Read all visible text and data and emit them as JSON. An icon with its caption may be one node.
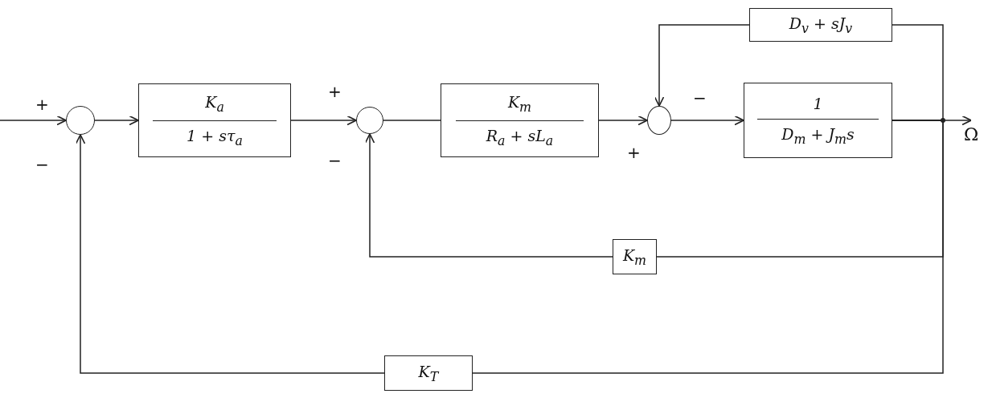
{
  "diagram": {
    "nodes": [
      {
        "text": [],
        "shape": "circle"
      },
      {
        "text": [
          "K$_{a}$",
          "1 + sτ$_{a}$"
        ]
      },
      {
        "text": [],
        "shape": "circle"
      },
      {
        "text": [
          "K$_{m}$",
          "R$_{a}$ + sL$_{a}$"
        ]
      },
      {
        "text": [],
        "shape": "circle"
      },
      {
        "text": [
          "1",
          "D$_{m}$ + J$_{m}$s"
        ]
      },
      {
        "text": [
          "D$_{v}$ + sJ$_{v}$"
        ]
      },
      {
        "text": [
          "K$_{m}$"
        ]
      },
      {
        "text": [
          "K$_{T}$"
        ]
      },
      {
        "text": [
          "Ω"
        ]
      }
    ],
    "edges": [
      {
        "from": null,
        "to": 0,
        "arrow": "to"
      },
      {
        "from": 0,
        "to": 1,
        "arrow": "to"
      },
      {
        "from": 1,
        "to": 2,
        "arrow": "to"
      },
      {
        "from": 2,
        "to": 3,
        "arrow": "none"
      },
      {
        "from": 3,
        "to": 4,
        "arrow": "to"
      },
      {
        "from": 4,
        "to": 5,
        "arrow": "to"
      },
      {
        "from": 5,
        "to": 9,
        "arrow": "to"
      },
      {
        "from": 5,
        "to": 6,
        "arrow": "none"
      },
      {
        "from": 6,
        "to": 4,
        "arrow": "to"
      },
      {
        "from": 5,
        "to": 7,
        "arrow": "none"
      },
      {
        "from": 7,
        "to": 2,
        "arrow": "to"
      },
      {
        "from": 5,
        "to": 8,
        "arrow": "none"
      },
      {
        "from": 8,
        "to": 0,
        "arrow": "to"
      }
    ],
    "labels": [
      "+",
      "−",
      "+",
      "−",
      "−",
      "+"
    ]
  }
}
